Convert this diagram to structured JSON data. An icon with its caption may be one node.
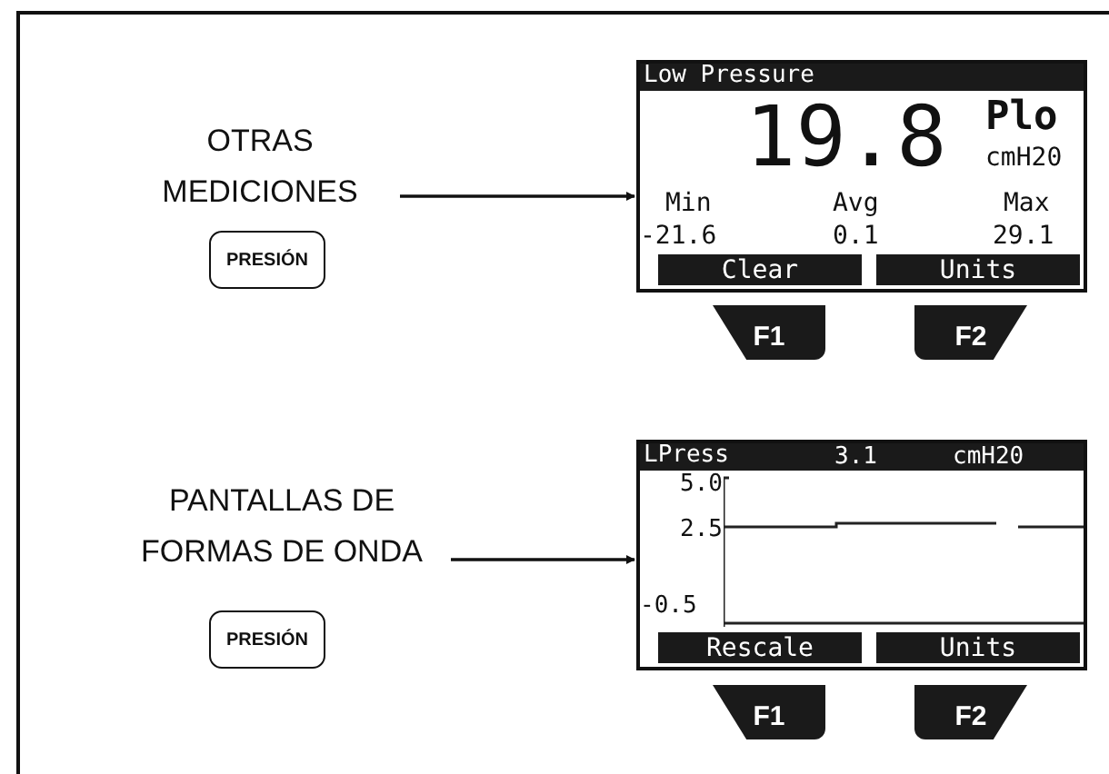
{
  "diagram": {
    "nodes": [
      {
        "text": [
          "OTRAS MEDICIONES"
        ]
      },
      {
        "text": [
          "PRESIÓN"
        ]
      },
      {
        "text": [
          "Low Pressure",
          "19.8",
          "Plo",
          "cmH20",
          "Min",
          "Avg",
          "Max",
          "-21.6",
          "0.1",
          "29.1",
          "Clear",
          "Units"
        ]
      },
      {
        "text": [
          "F1"
        ]
      },
      {
        "text": [
          "F2"
        ]
      },
      {
        "text": [
          "PANTALLAS DE FORMAS DE ONDA"
        ]
      },
      {
        "text": [
          "PRESIÓN"
        ]
      },
      {
        "text": [
          "LPress",
          "3.1",
          "cmH20",
          "5.0",
          "2.5",
          "-0.5",
          "Rescale",
          "Units"
        ]
      },
      {
        "text": [
          "F1"
        ]
      },
      {
        "text": [
          "F2"
        ]
      }
    ],
    "edges": [
      {
        "from": 0,
        "to": 2,
        "arrow": "to"
      },
      {
        "from": 5,
        "to": 7,
        "arrow": "to"
      }
    ]
  }
}
